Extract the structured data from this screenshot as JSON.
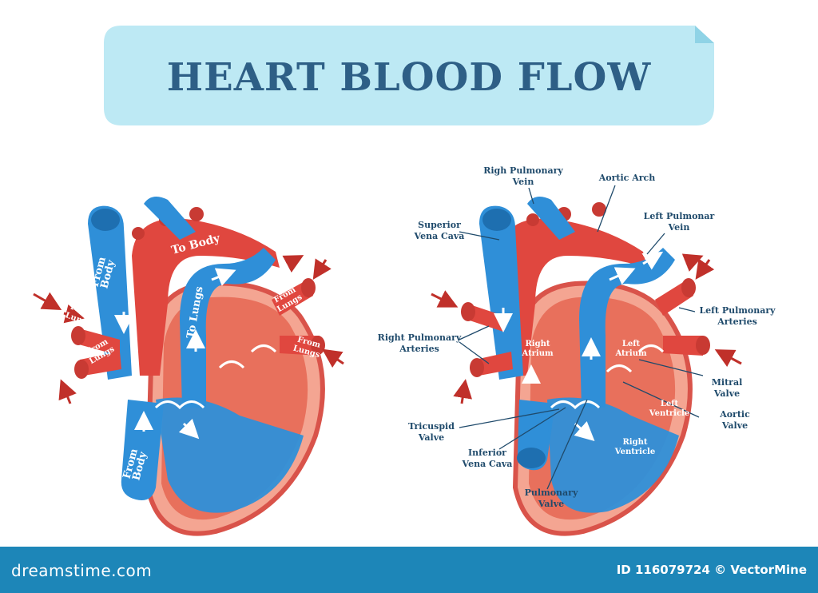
{
  "title": "HEART BLOOD FLOW",
  "colors": {
    "banner_fill": "#bde9f4",
    "title_text": "#2e5f86",
    "vein_blue": "#2f8fd8",
    "artery_red": "#e0473f",
    "muscle_red": "#e8705c",
    "label_text": "#1f4a6b",
    "footer_bg": "#1d86b8"
  },
  "left_diagram": {
    "flow_labels": {
      "from_body_top": "From Body",
      "to_body": "To Body",
      "to_lungs": "To Lungs",
      "from_lungs_left_upper": "From Lungs",
      "from_lungs_left_lower": "From Lungs",
      "from_lungs_right_upper": "From Lungs",
      "from_lungs_right_lower": "From Lungs",
      "from_body_bottom": "From Body"
    }
  },
  "right_diagram": {
    "labels": {
      "righ_pulmonary_vein": "Righ Pulmonary Vein",
      "aortic_arch": "Aortic Arch",
      "superior_vena_cava": "Superior Vena Cava",
      "left_pulmonar_vein": "Left Pulmonar Vein",
      "left_pulmonary_arteries": "Left Pulmonary Arteries",
      "right_pulmonary_arteries": "Right Pulmonary Arteries",
      "mitral_valve": "Mitral Valve",
      "aortic_valve": "Aortic Valve",
      "tricuspid_valve": "Tricuspid Valve",
      "inferior_vena_cava": "Inferior Vena Cava",
      "pulmonary_valve": "Pulmonary Valve"
    },
    "chamber_labels": {
      "right_atrium": "Right Atrium",
      "left_atrium": "Left Atrium",
      "left_ventricle": "Left Ventricle",
      "right_ventricle": "Right Ventricle"
    }
  },
  "footer": {
    "site": "dreamstime.com",
    "id_text": "ID 116079724 © VectorMine"
  }
}
